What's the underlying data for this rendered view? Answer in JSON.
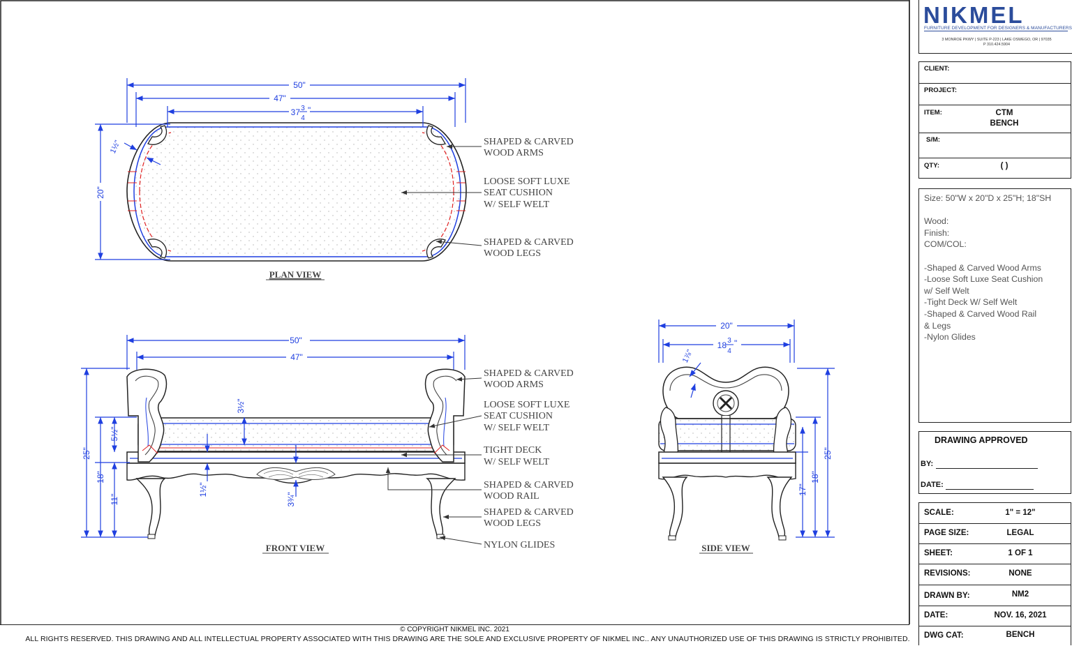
{
  "sheet_border_note": "",
  "views": {
    "plan": {
      "title": "PLAN VIEW",
      "dim_overall": "50\"",
      "dim_inner": "47\"",
      "dim_seat_whole": "37",
      "dim_seat_num": "3",
      "dim_seat_den": "4",
      "dim_seat_unit": "\"",
      "dim_depth": "20\"",
      "dim_arm": "1½\"",
      "callouts": [
        "SHAPED & CARVED",
        "WOOD ARMS",
        "LOOSE SOFT LUXE",
        "SEAT CUSHION",
        "W/ SELF WELT",
        "SHAPED & CARVED",
        "WOOD LEGS"
      ]
    },
    "front": {
      "title": "FRONT VIEW",
      "dim_overall": "50\"",
      "dim_inner": "47\"",
      "dim_height": "25\"",
      "dim_seat_height": "18\"",
      "dim_leg": "11\"",
      "dim_cushion": "5½\"",
      "dim_cushion_thick": "3½\"",
      "dim_deck": "1½\"",
      "dim_rail": "3¾\"",
      "callouts": [
        "SHAPED & CARVED",
        "WOOD ARMS",
        "LOOSE SOFT LUXE",
        "SEAT CUSHION",
        "W/ SELF WELT",
        "TIGHT DECK",
        "W/ SELF WELT",
        "SHAPED & CARVED",
        "WOOD RAIL",
        "SHAPED & CARVED",
        "WOOD LEGS",
        "NYLON GLIDES"
      ]
    },
    "side": {
      "title": "SIDE VIEW",
      "dim_overall": "20\"",
      "dim_inner_whole": "18",
      "dim_inner_num": "3",
      "dim_inner_den": "4",
      "dim_inner_unit": "\"",
      "dim_arm": "1⅞\"",
      "dim_height": "25\"",
      "dim_seat_height": "18\"",
      "dim_deck_height": "17\""
    }
  },
  "footer": {
    "copyright": "© COPYRIGHT NIKMEL INC. 2021",
    "rights": "ALL RIGHTS RESERVED. THIS DRAWING AND ALL INTELLECTUAL PROPERTY ASSOCIATED WITH THIS DRAWING ARE THE SOLE AND EXCLUSIVE PROPERTY OF NIKMEL INC.. ANY UNAUTHORIZED USE OF THIS DRAWING IS STRICTLY PROHIBITED."
  },
  "logo": {
    "name": "NIKMEL",
    "tagline": "FURNITURE DEVELOPMENT FOR DESIGNERS & MANUFACTURERS",
    "address": "3 MONROE PKWY | SUITE P-223 | LAKE OSWEGO, OR | 97035",
    "phone": "P 310.424.5904"
  },
  "project_block": {
    "client_label": "CLIENT:",
    "client_value": "",
    "project_label": "PROJECT:",
    "project_value": "",
    "item_label": "ITEM:",
    "item_value_1": "CTM",
    "item_value_2": "BENCH",
    "sm_label": "S/M:",
    "sm_value": "",
    "qty_label": "QTY:",
    "qty_value": "(   )"
  },
  "specs": {
    "text": "Size: 50\"W x 20\"D x 25\"H; 18\"SH\n\nWood:\nFinish:\nCOM/COL:\n\n-Shaped & Carved Wood Arms\n-Loose Soft Luxe Seat Cushion\nw/ Self Welt\n-Tight Deck W/ Self Welt\n-Shaped & Carved Wood Rail\n& Legs\n-Nylon Glides"
  },
  "approval": {
    "title": "DRAWING APPROVED",
    "by_label": "BY:",
    "date_label": "DATE:"
  },
  "sheet_info": [
    {
      "label": "SCALE:",
      "value": "1\" = 12\""
    },
    {
      "label": "PAGE SIZE:",
      "value": "LEGAL"
    },
    {
      "label": "SHEET:",
      "value": "1 OF 1"
    },
    {
      "label": "REVISIONS:",
      "value": "NONE"
    },
    {
      "label": "DRAWN BY:",
      "value": "NM2"
    },
    {
      "label": "DATE:",
      "value": "NOV. 16, 2021"
    },
    {
      "label": "DWG CAT:",
      "value": "BENCH"
    }
  ],
  "colors": {
    "dimension": "#1f3fe0",
    "outline": "#222222",
    "redline": "#e02020",
    "logo": "#2b4c9b"
  }
}
